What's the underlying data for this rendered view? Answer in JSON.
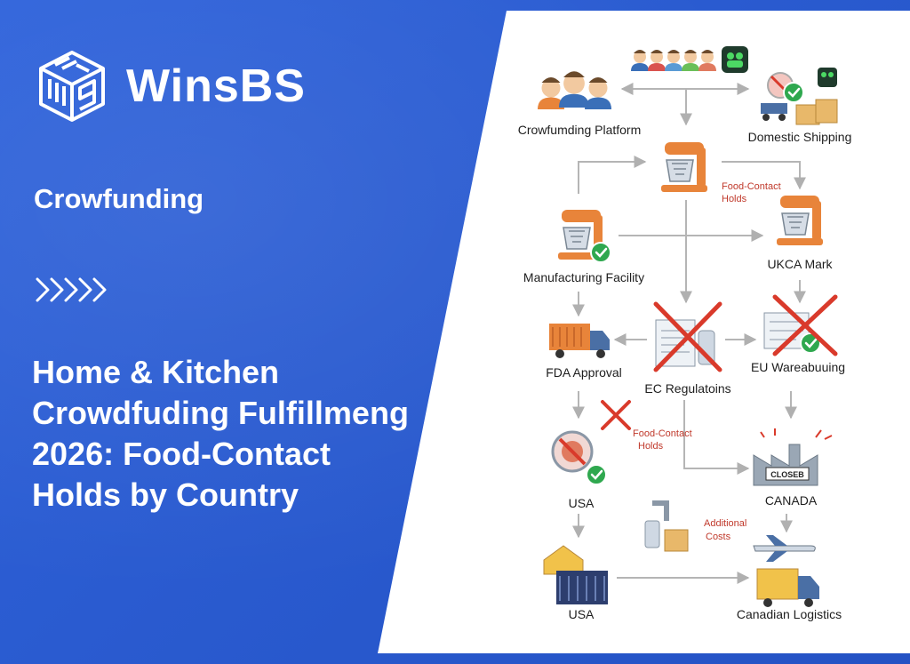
{
  "brand": {
    "name": "WinsBS",
    "logo_icon": "winsbs-cube-logo-icon"
  },
  "category": "Crowfunding",
  "chevron_icon": "chevrons-right-icon",
  "headline": {
    "line1": "Home & Kitchen",
    "line2": "Crowdfuding Fulfillmeng",
    "line3": "2026: Food-Contact",
    "line4": "Holds by Country"
  },
  "diagram": {
    "nodes": {
      "crowdfunding_platform": "Crowfumding Platform",
      "domestic_shipping": "Domestic Shipping",
      "manufacturing_facility": "Manufacturing Facility",
      "ukca_mark": "UKCA Mark",
      "fda_approval": "FDA Approval",
      "ec_regulations": "EC Regulatoins",
      "eu_warehousing": "EU Wareabuuing",
      "usa_top": "USA",
      "canada": "CANADA",
      "usa_bottom": "USA",
      "canadian_logistics": "Canadian Logistics"
    },
    "notes": {
      "food_contact_top_1": "Food-Contact",
      "food_contact_top_2": "Holds",
      "food_contact_mid_1": "Food-Contact",
      "food_contact_mid_2": "Holds",
      "additional_costs_1": "Additional",
      "additional_costs_2": "Costs"
    },
    "factory_sign": "CLOSEB",
    "colors": {
      "background_blue": "#2a5bd0",
      "panel_white": "#ffffff",
      "arrow_gray": "#b5b5b5",
      "mixer_orange": "#e8843a",
      "cross_red": "#d93a2b",
      "check_green": "#2fa84f",
      "note_red": "#c0392b"
    }
  }
}
